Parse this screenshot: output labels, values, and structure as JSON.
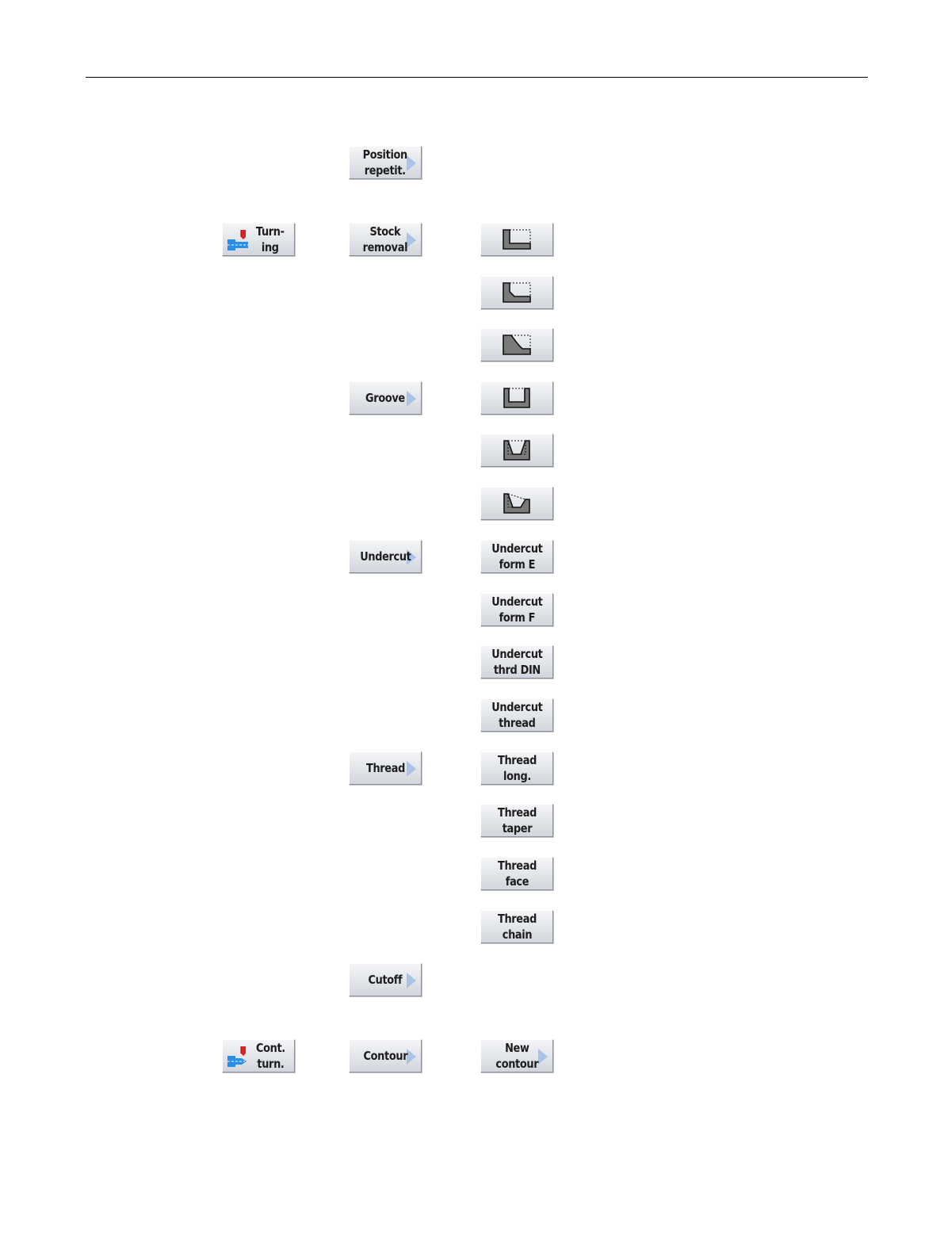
{
  "softkeys": {
    "position_repetit": "Position\nrepetit.",
    "turning": "Turn-\ning",
    "stock_removal": "Stock\nremoval",
    "groove": "Groove",
    "undercut": "Undercut",
    "undercut_form_e": "Undercut\nform E",
    "undercut_form_f": "Undercut\nform F",
    "undercut_thrd_din": "Undercut\nthrd DIN",
    "undercut_thread": "Undercut\nthread",
    "thread": "Thread",
    "thread_long": "Thread\nlong.",
    "thread_taper": "Thread\ntaper",
    "thread_face": "Thread\nface",
    "thread_chain": "Thread\nchain",
    "cutoff": "Cutoff",
    "cont_turn": "Cont.\nturn.",
    "contour": "Contour",
    "new_contour": "New\ncontour"
  },
  "icons": {
    "tool": "lathe-tool-icon",
    "stock_removal_shapes": [
      "stock-removal-rectangular-icon",
      "stock-removal-chamfer-icon",
      "stock-removal-curved-icon"
    ],
    "groove_shapes": [
      "groove-rectangular-icon",
      "groove-inclined-icon",
      "groove-inclined-skewed-icon"
    ]
  },
  "colors": {
    "tool_blue": "#2a8ee8",
    "tool_red": "#e02020",
    "arrow": "#a9c4e6",
    "shape_fill": "#7a7a7a"
  }
}
